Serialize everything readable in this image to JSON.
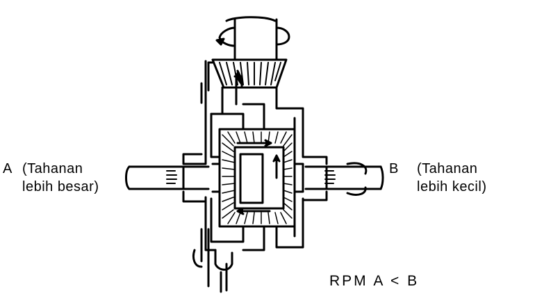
{
  "labels": {
    "a_letter": "A",
    "a_line1": "(Tahanan",
    "a_line2": "lebih besar)",
    "b_letter": "B",
    "b_line1": "(Tahanan",
    "b_line2": "lebih kecil)",
    "rpm_relation": "RPM A < B"
  },
  "colors": {
    "ink": "#000000",
    "background": "#ffffff"
  }
}
